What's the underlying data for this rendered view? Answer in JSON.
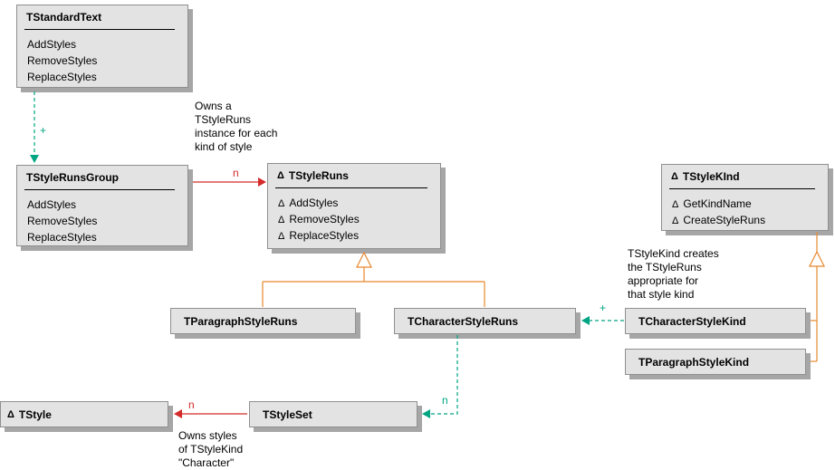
{
  "colors": {
    "box-fill": "#e3e3e3",
    "box-border": "#8f8f8f",
    "box-shadow": "#a6a6a6",
    "red": "#d42a2a",
    "teal": "#00a583",
    "orange": "#e8882d",
    "ink": "#000000"
  },
  "symbols": {
    "abstract": "Δ"
  },
  "classes": {
    "tstandardtext": {
      "name": "TStandardText",
      "members": [
        "AddStyles",
        "RemoveStyles",
        "ReplaceStyles"
      ]
    },
    "tstylerunsgroup": {
      "name": "TStyleRunsGroup",
      "members": [
        "AddStyles",
        "RemoveStyles",
        "ReplaceStyles"
      ]
    },
    "tstyleruns": {
      "name": "TStyleRuns",
      "members": [
        "AddStyles",
        "RemoveStyles",
        "ReplaceStyles"
      ]
    },
    "tstylekind": {
      "name": "TStyleKInd",
      "members": [
        "GetKindName",
        "CreateStyleRuns"
      ]
    },
    "tparagraphstyleruns": {
      "name": "TParagraphStyleRuns"
    },
    "tcharacterstyleruns": {
      "name": "TCharacterStyleRuns"
    },
    "tcharacterstylekind": {
      "name": "TCharacterStyleKind"
    },
    "tparagraphstylekind": {
      "name": "TParagraphStyleKind"
    },
    "tstyleset": {
      "name": "TStyleSet"
    },
    "tstyle": {
      "name": "TStyle"
    }
  },
  "edge_labels": {
    "standardtext_plus": "+",
    "group_owns_runs_n": "n",
    "kind_creates_plus": "+",
    "runs_owns_set_n": "n",
    "set_owns_style_n": "n"
  },
  "annotations": {
    "owns_runs": "Owns a\nTStyleRuns\ninstance for each\nkind of style",
    "kind_creates": "TStyleKind creates\nthe TStyleRuns\nappropriate for\nthat style kind",
    "owns_styles": "Owns styles\nof TStyleKind\n\"Character\""
  }
}
